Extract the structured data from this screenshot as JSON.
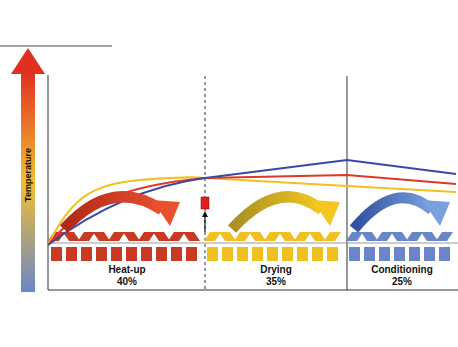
{
  "diagram": {
    "nodes": [
      {
        "text": [
          "Heat-up",
          "40%"
        ]
      },
      {
        "text": [
          "Drying",
          "35%"
        ]
      },
      {
        "text": [
          "Conditioning",
          "25%"
        ]
      }
    ],
    "labels": [
      "Temperature"
    ]
  }
}
